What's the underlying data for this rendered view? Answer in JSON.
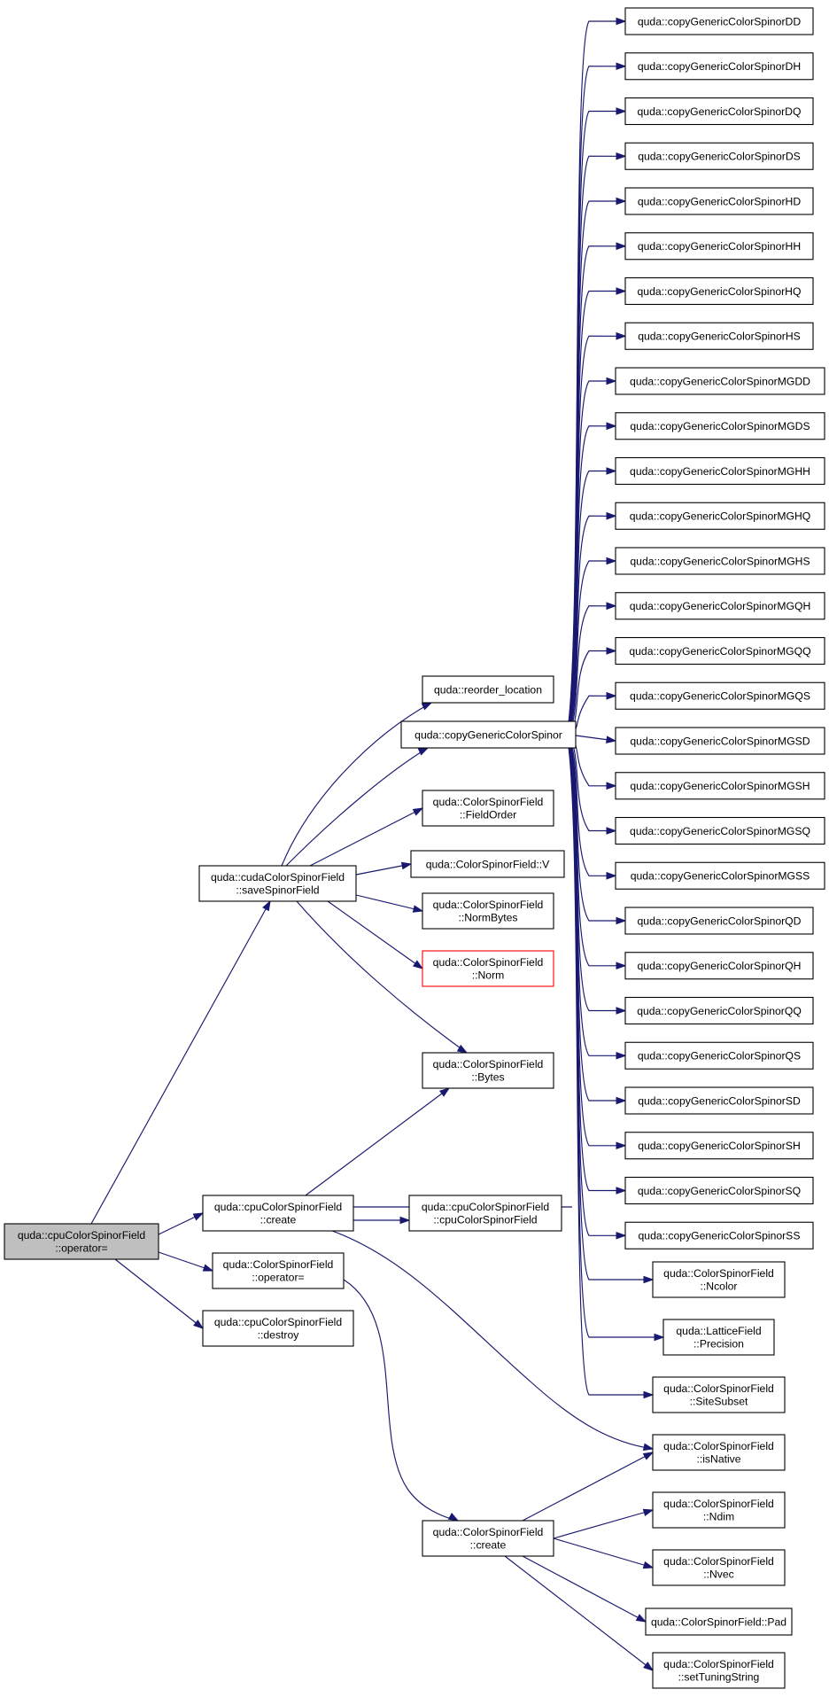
{
  "diagram": {
    "type": "call-graph",
    "edge_color": "#191970",
    "root_fill": "#bfbfbf",
    "nodes": [
      {
        "id": "root",
        "lines": [
          "quda::cpuColorSpinorField",
          "::operator="
        ],
        "root": true
      },
      {
        "id": "saveSpinorField",
        "lines": [
          "quda::cudaColorSpinorField",
          "::saveSpinorField"
        ]
      },
      {
        "id": "cpuCreate",
        "lines": [
          "quda::cpuColorSpinorField",
          "::create"
        ]
      },
      {
        "id": "csfOperator",
        "lines": [
          "quda::ColorSpinorField",
          "::operator="
        ]
      },
      {
        "id": "cpuDestroy",
        "lines": [
          "quda::cpuColorSpinorField",
          "::destroy"
        ]
      },
      {
        "id": "reorderLocation",
        "lines": [
          "quda::reorder_location"
        ]
      },
      {
        "id": "copyGeneric",
        "lines": [
          "quda::copyGenericColorSpinor"
        ]
      },
      {
        "id": "fieldOrder",
        "lines": [
          "quda::ColorSpinorField",
          "::FieldOrder"
        ]
      },
      {
        "id": "csfV",
        "lines": [
          "quda::ColorSpinorField::V"
        ]
      },
      {
        "id": "normBytes",
        "lines": [
          "quda::ColorSpinorField",
          "::NormBytes"
        ]
      },
      {
        "id": "norm",
        "lines": [
          "quda::ColorSpinorField",
          "::Norm"
        ],
        "missing": true
      },
      {
        "id": "bytes",
        "lines": [
          "quda::ColorSpinorField",
          "::Bytes"
        ]
      },
      {
        "id": "cpuCtor",
        "lines": [
          "quda::cpuColorSpinorField",
          "::cpuColorSpinorField"
        ]
      },
      {
        "id": "csfCreate",
        "lines": [
          "quda::ColorSpinorField",
          "::create"
        ]
      },
      {
        "id": "DD",
        "lines": [
          "quda::copyGenericColorSpinorDD"
        ]
      },
      {
        "id": "DH",
        "lines": [
          "quda::copyGenericColorSpinorDH"
        ]
      },
      {
        "id": "DQ",
        "lines": [
          "quda::copyGenericColorSpinorDQ"
        ]
      },
      {
        "id": "DS",
        "lines": [
          "quda::copyGenericColorSpinorDS"
        ]
      },
      {
        "id": "HD",
        "lines": [
          "quda::copyGenericColorSpinorHD"
        ]
      },
      {
        "id": "HH",
        "lines": [
          "quda::copyGenericColorSpinorHH"
        ]
      },
      {
        "id": "HQ",
        "lines": [
          "quda::copyGenericColorSpinorHQ"
        ]
      },
      {
        "id": "HS",
        "lines": [
          "quda::copyGenericColorSpinorHS"
        ]
      },
      {
        "id": "MGDD",
        "lines": [
          "quda::copyGenericColorSpinorMGDD"
        ]
      },
      {
        "id": "MGDS",
        "lines": [
          "quda::copyGenericColorSpinorMGDS"
        ]
      },
      {
        "id": "MGHH",
        "lines": [
          "quda::copyGenericColorSpinorMGHH"
        ]
      },
      {
        "id": "MGHQ",
        "lines": [
          "quda::copyGenericColorSpinorMGHQ"
        ]
      },
      {
        "id": "MGHS",
        "lines": [
          "quda::copyGenericColorSpinorMGHS"
        ]
      },
      {
        "id": "MGQH",
        "lines": [
          "quda::copyGenericColorSpinorMGQH"
        ]
      },
      {
        "id": "MGQQ",
        "lines": [
          "quda::copyGenericColorSpinorMGQQ"
        ]
      },
      {
        "id": "MGQS",
        "lines": [
          "quda::copyGenericColorSpinorMGQS"
        ]
      },
      {
        "id": "MGSD",
        "lines": [
          "quda::copyGenericColorSpinorMGSD"
        ]
      },
      {
        "id": "MGSH",
        "lines": [
          "quda::copyGenericColorSpinorMGSH"
        ]
      },
      {
        "id": "MGSQ",
        "lines": [
          "quda::copyGenericColorSpinorMGSQ"
        ]
      },
      {
        "id": "MGSS",
        "lines": [
          "quda::copyGenericColorSpinorMGSS"
        ]
      },
      {
        "id": "QD",
        "lines": [
          "quda::copyGenericColorSpinorQD"
        ]
      },
      {
        "id": "QH",
        "lines": [
          "quda::copyGenericColorSpinorQH"
        ]
      },
      {
        "id": "QQ",
        "lines": [
          "quda::copyGenericColorSpinorQQ"
        ]
      },
      {
        "id": "QS",
        "lines": [
          "quda::copyGenericColorSpinorQS"
        ]
      },
      {
        "id": "SD",
        "lines": [
          "quda::copyGenericColorSpinorSD"
        ]
      },
      {
        "id": "SH",
        "lines": [
          "quda::copyGenericColorSpinorSH"
        ]
      },
      {
        "id": "SQ",
        "lines": [
          "quda::copyGenericColorSpinorSQ"
        ]
      },
      {
        "id": "SS",
        "lines": [
          "quda::copyGenericColorSpinorSS"
        ]
      },
      {
        "id": "ncolor",
        "lines": [
          "quda::ColorSpinorField",
          "::Ncolor"
        ]
      },
      {
        "id": "precision",
        "lines": [
          "quda::LatticeField",
          "::Precision"
        ]
      },
      {
        "id": "siteSubset",
        "lines": [
          "quda::ColorSpinorField",
          "::SiteSubset"
        ]
      },
      {
        "id": "isNative",
        "lines": [
          "quda::ColorSpinorField",
          "::isNative"
        ]
      },
      {
        "id": "ndim",
        "lines": [
          "quda::ColorSpinorField",
          "::Ndim"
        ]
      },
      {
        "id": "nvec",
        "lines": [
          "quda::ColorSpinorField",
          "::Nvec"
        ]
      },
      {
        "id": "pad",
        "lines": [
          "quda::ColorSpinorField::Pad"
        ]
      },
      {
        "id": "setTuningString",
        "lines": [
          "quda::ColorSpinorField",
          "::setTuningString"
        ]
      }
    ],
    "edges": [
      [
        "root",
        "saveSpinorField"
      ],
      [
        "root",
        "cpuCreate"
      ],
      [
        "root",
        "csfOperator"
      ],
      [
        "root",
        "cpuDestroy"
      ],
      [
        "saveSpinorField",
        "reorderLocation"
      ],
      [
        "saveSpinorField",
        "copyGeneric"
      ],
      [
        "saveSpinorField",
        "fieldOrder"
      ],
      [
        "saveSpinorField",
        "csfV"
      ],
      [
        "saveSpinorField",
        "normBytes"
      ],
      [
        "saveSpinorField",
        "norm"
      ],
      [
        "saveSpinorField",
        "bytes"
      ],
      [
        "cpuCreate",
        "bytes"
      ],
      [
        "cpuCreate",
        "cpuCtor"
      ],
      [
        "cpuCtor",
        "cpuCreate"
      ],
      [
        "cpuCreate",
        "isNative"
      ],
      [
        "csfOperator",
        "csfCreate"
      ],
      [
        "copyGeneric",
        "DD"
      ],
      [
        "copyGeneric",
        "DH"
      ],
      [
        "copyGeneric",
        "DQ"
      ],
      [
        "copyGeneric",
        "DS"
      ],
      [
        "copyGeneric",
        "HD"
      ],
      [
        "copyGeneric",
        "HH"
      ],
      [
        "copyGeneric",
        "HQ"
      ],
      [
        "copyGeneric",
        "HS"
      ],
      [
        "copyGeneric",
        "MGDD"
      ],
      [
        "copyGeneric",
        "MGDS"
      ],
      [
        "copyGeneric",
        "MGHH"
      ],
      [
        "copyGeneric",
        "MGHQ"
      ],
      [
        "copyGeneric",
        "MGHS"
      ],
      [
        "copyGeneric",
        "MGQH"
      ],
      [
        "copyGeneric",
        "MGQQ"
      ],
      [
        "copyGeneric",
        "MGQS"
      ],
      [
        "copyGeneric",
        "MGSD"
      ],
      [
        "copyGeneric",
        "MGSH"
      ],
      [
        "copyGeneric",
        "MGSQ"
      ],
      [
        "copyGeneric",
        "MGSS"
      ],
      [
        "copyGeneric",
        "QD"
      ],
      [
        "copyGeneric",
        "QH"
      ],
      [
        "copyGeneric",
        "QQ"
      ],
      [
        "copyGeneric",
        "QS"
      ],
      [
        "copyGeneric",
        "SD"
      ],
      [
        "copyGeneric",
        "SH"
      ],
      [
        "copyGeneric",
        "SQ"
      ],
      [
        "copyGeneric",
        "SS"
      ],
      [
        "copyGeneric",
        "ncolor"
      ],
      [
        "copyGeneric",
        "precision"
      ],
      [
        "copyGeneric",
        "siteSubset"
      ],
      [
        "csfCreate",
        "isNative"
      ],
      [
        "csfCreate",
        "ndim"
      ],
      [
        "csfCreate",
        "nvec"
      ],
      [
        "csfCreate",
        "pad"
      ],
      [
        "csfCreate",
        "setTuningString"
      ]
    ]
  }
}
